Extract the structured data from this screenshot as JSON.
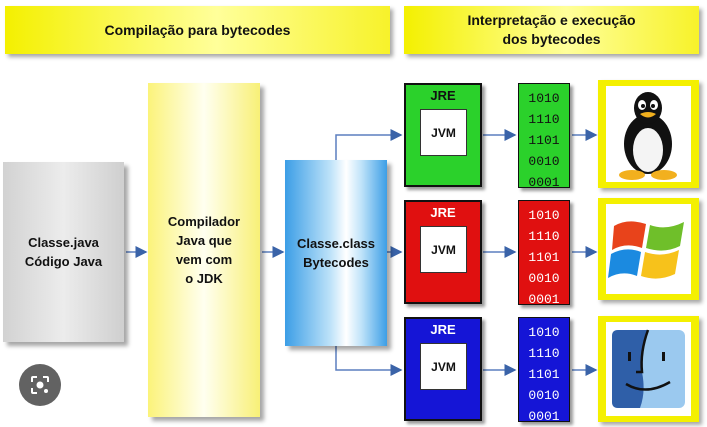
{
  "header": {
    "left": "Compilação para bytecodes",
    "right_line1": "Interpretação e execução",
    "right_line2": "dos bytecodes"
  },
  "source": {
    "line1": "Classe.java",
    "line2": "Código Java"
  },
  "compiler": {
    "line1": "Compilador",
    "line2": "Java que",
    "line3": "vem com",
    "line4": "o JDK"
  },
  "bytecode": {
    "line1": "Classe.class",
    "line2": "Bytecodes"
  },
  "runtimes": [
    {
      "jre": "JRE",
      "jvm": "JVM",
      "color": "#2bd12b",
      "bits": [
        "1010",
        "1110",
        "1101",
        "0010",
        "0001"
      ],
      "os": "Linux"
    },
    {
      "jre": "JRE",
      "jvm": "JVM",
      "color": "#e01010",
      "bits": [
        "1010",
        "1110",
        "1101",
        "0010",
        "0001"
      ],
      "os": "Windows"
    },
    {
      "jre": "JRE",
      "jvm": "JVM",
      "color": "#1515d6",
      "bits": [
        "1010",
        "1110",
        "1101",
        "0010",
        "0001"
      ],
      "os": "Mac OS"
    }
  ],
  "overlay": {
    "icon": "lens-search-icon"
  }
}
